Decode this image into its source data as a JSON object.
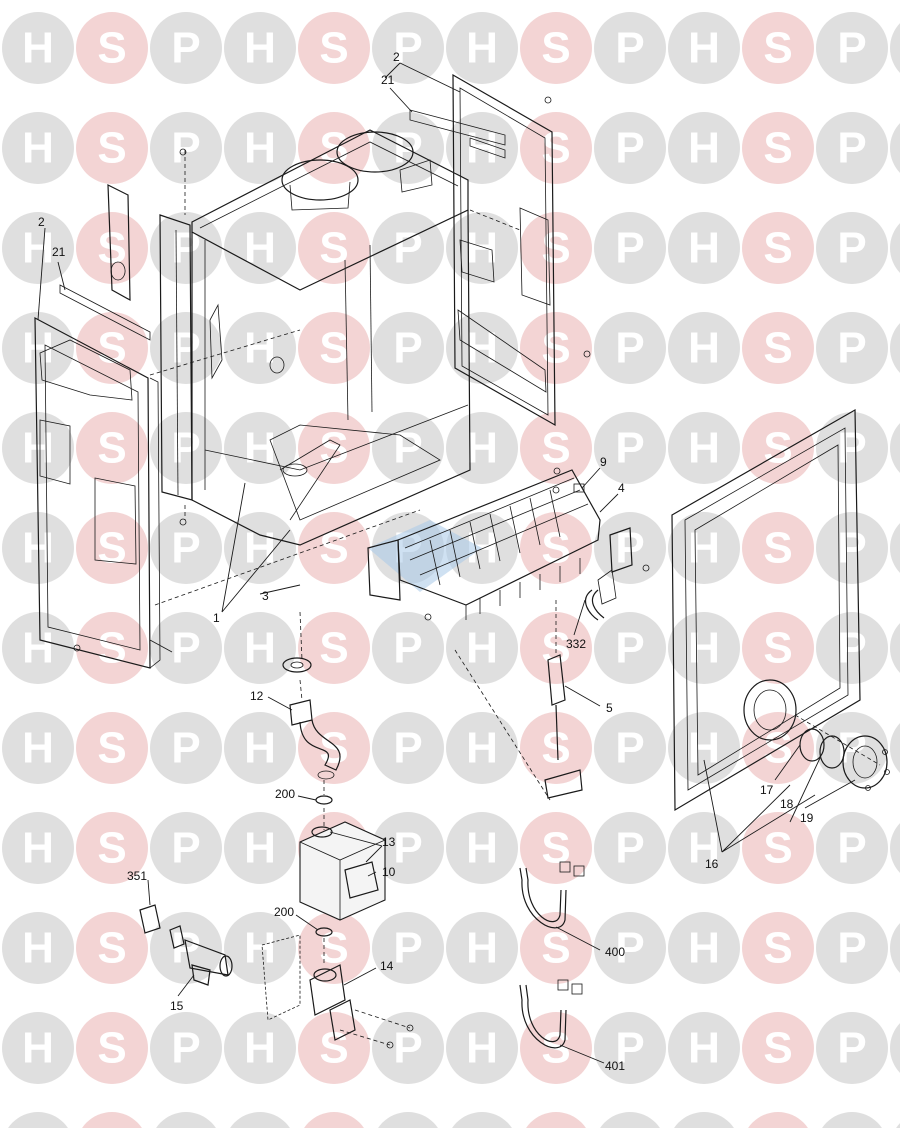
{
  "watermark": {
    "letters": [
      "H",
      "S",
      "P"
    ],
    "colors": {
      "H": "#dcdcdc",
      "S": "#f2cfcf",
      "P": "#dcdcdc"
    }
  },
  "callouts": [
    {
      "id": "c-2a",
      "text": "2"
    },
    {
      "id": "c-21a",
      "text": "21"
    },
    {
      "id": "c-2b",
      "text": "2"
    },
    {
      "id": "c-21b",
      "text": "21"
    },
    {
      "id": "c-9",
      "text": "9"
    },
    {
      "id": "c-4",
      "text": "4"
    },
    {
      "id": "c-1",
      "text": "1"
    },
    {
      "id": "c-3",
      "text": "3"
    },
    {
      "id": "c-332",
      "text": "332"
    },
    {
      "id": "c-12",
      "text": "12"
    },
    {
      "id": "c-5",
      "text": "5"
    },
    {
      "id": "c-200a",
      "text": "200"
    },
    {
      "id": "c-13",
      "text": "13"
    },
    {
      "id": "c-10",
      "text": "10"
    },
    {
      "id": "c-351",
      "text": "351"
    },
    {
      "id": "c-200b",
      "text": "200"
    },
    {
      "id": "c-14",
      "text": "14"
    },
    {
      "id": "c-15",
      "text": "15"
    },
    {
      "id": "c-400",
      "text": "400"
    },
    {
      "id": "c-401",
      "text": "401"
    },
    {
      "id": "c-17",
      "text": "17"
    },
    {
      "id": "c-18",
      "text": "18"
    },
    {
      "id": "c-19",
      "text": "19"
    },
    {
      "id": "c-16",
      "text": "16"
    }
  ]
}
